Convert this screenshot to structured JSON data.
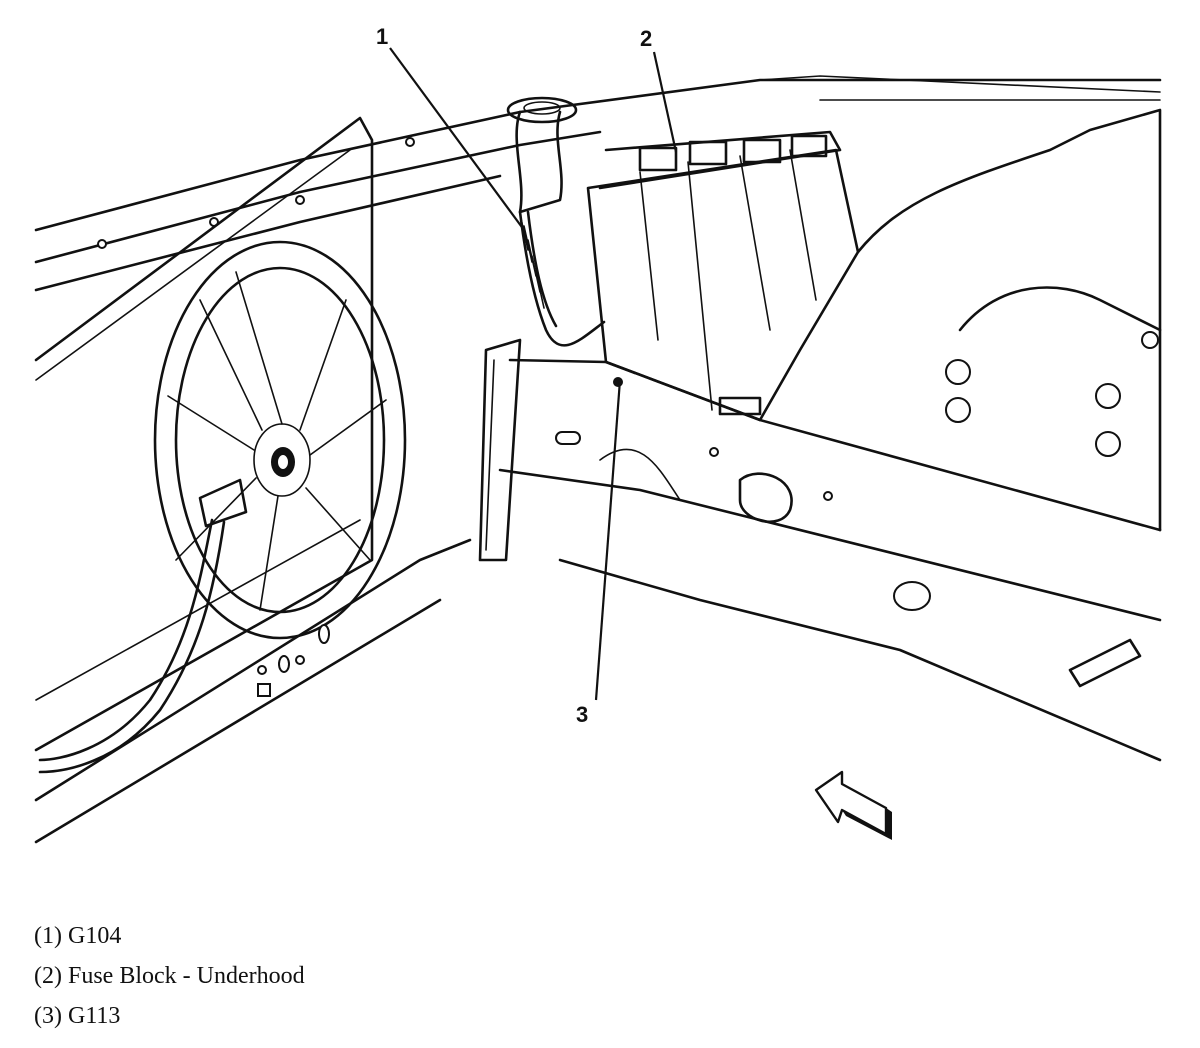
{
  "callouts": [
    "1",
    "2",
    "3"
  ],
  "legend": [
    "(1) G104",
    "(2) Fuse Block - Underhood",
    "(3) G113"
  ],
  "icons": [
    "front-direction-arrow-icon"
  ],
  "colors": {
    "line": "#111111",
    "background": "#ffffff"
  }
}
